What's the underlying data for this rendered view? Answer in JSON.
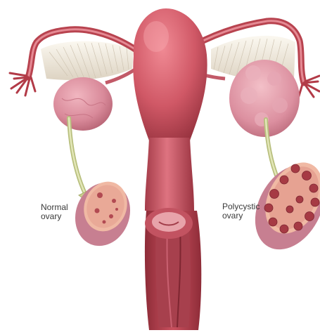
{
  "labels": {
    "normal": {
      "line1": "Normal",
      "line2": "ovary"
    },
    "polycystic": {
      "line1": "Polycystic",
      "line2": "ovary"
    }
  },
  "colors": {
    "background": "#ffffff",
    "tissue": "#c9515e",
    "tissue_dark": "#8f2f3a",
    "ovary": "#d9889a",
    "ovary_cut": "#efb0a0",
    "follicle": "#a63a44",
    "arrow": "#c9cf8e",
    "ligament": "#f2ece0"
  }
}
